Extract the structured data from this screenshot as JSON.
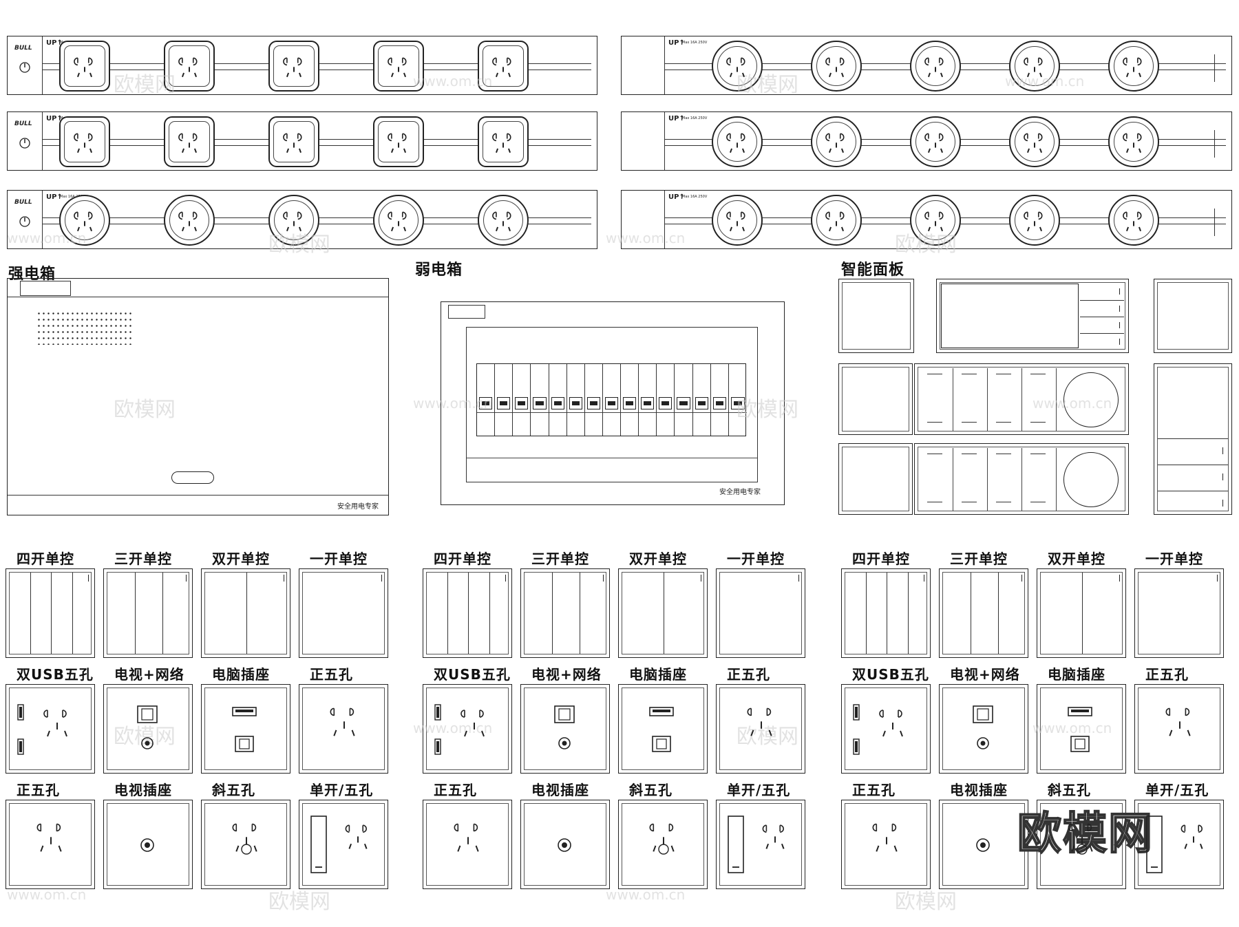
{
  "power_strips": {
    "brand": "BULL",
    "logo_text": "UP",
    "rating_text": "Max 16A 250V",
    "rows": [
      {
        "style": "square"
      },
      {
        "style": "square"
      },
      {
        "style": "round"
      }
    ]
  },
  "section_titles": {
    "strong_box": "强电箱",
    "weak_box": "弱电箱",
    "smart_panel": "智能面板"
  },
  "strong_box": {
    "footer_text": "安全用电专家"
  },
  "weak_box": {
    "footer_text": "安全用电专家",
    "breaker_count": 15
  },
  "switch_groups": [
    {
      "switch_labels": [
        "四开单控",
        "三开单控",
        "双开单控",
        "一开单控"
      ],
      "socket_row1_labels": [
        "双USB五孔",
        "电视+网络",
        "电脑插座",
        "正五孔"
      ],
      "socket_row2_labels": [
        "正五孔",
        "电视插座",
        "斜五孔",
        "单开/五孔"
      ]
    },
    {
      "switch_labels": [
        "四开单控",
        "三开单控",
        "双开单控",
        "一开单控"
      ],
      "socket_row1_labels": [
        "双USB五孔",
        "电视+网络",
        "电脑插座",
        "正五孔"
      ],
      "socket_row2_labels": [
        "正五孔",
        "电视插座",
        "斜五孔",
        "单开/五孔"
      ]
    },
    {
      "switch_labels": [
        "四开单控",
        "三开单控",
        "双开单控",
        "一开单控"
      ],
      "socket_row1_labels": [
        "双USB五孔",
        "电视+网络",
        "电脑插座",
        "正五孔"
      ],
      "socket_row2_labels": [
        "正五孔",
        "电视插座",
        "斜五孔",
        "单开/五孔"
      ]
    }
  ],
  "watermark": {
    "brand": "欧模网",
    "url": "www.om.cn"
  }
}
